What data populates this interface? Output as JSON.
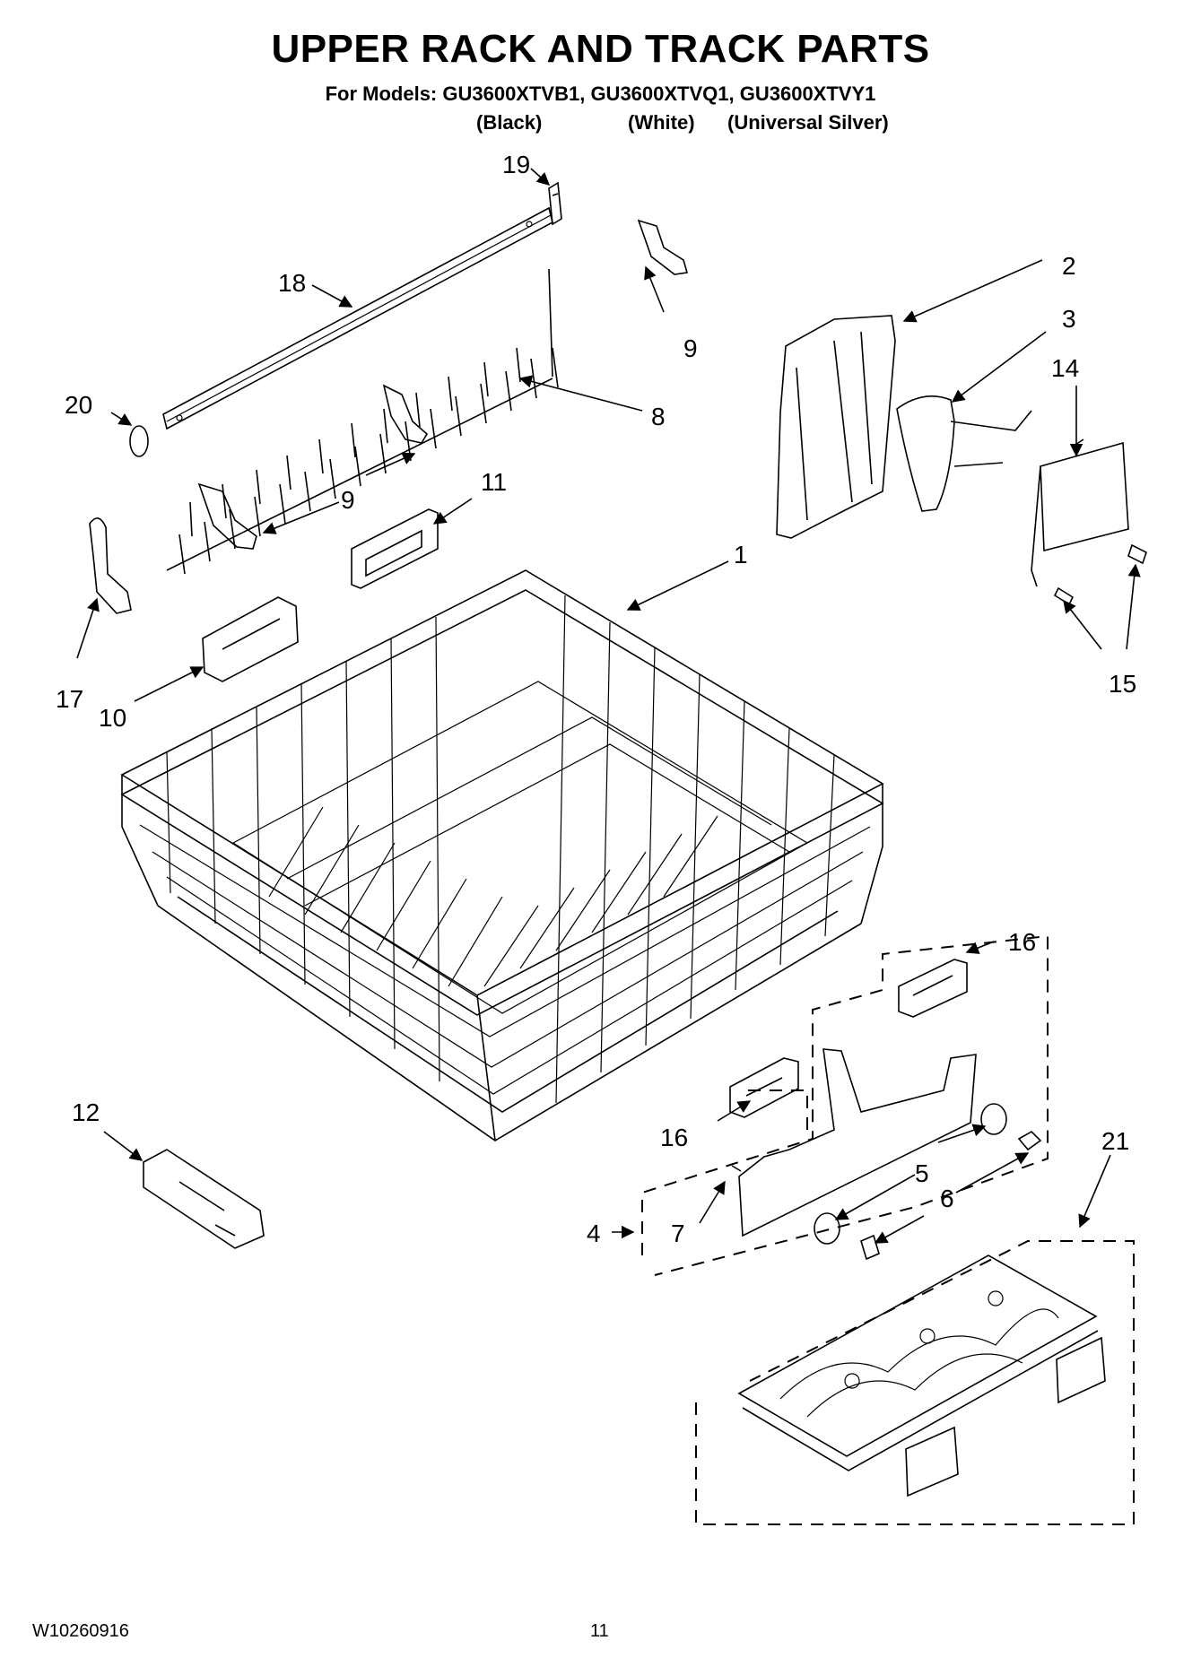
{
  "header": {
    "title": "UPPER RACK AND TRACK PARTS",
    "models": "For Models: GU3600XTVB1, GU3600XTVQ1, GU3600XTVY1",
    "variants": [
      "(Black)",
      "(White)",
      "(Universal Silver)"
    ]
  },
  "callouts": {
    "c1": "1",
    "c2": "2",
    "c3": "3",
    "c4": "4",
    "c5": "5",
    "c6": "6",
    "c7": "7",
    "c8": "8",
    "c9a": "9",
    "c9b": "9",
    "c10": "10",
    "c11": "11",
    "c12": "12",
    "c14": "14",
    "c15": "15",
    "c16a": "16",
    "c16b": "16",
    "c17": "17",
    "c18": "18",
    "c19": "19",
    "c20": "20",
    "c21": "21"
  },
  "footer": {
    "doc_number": "W10260916",
    "page_number": "11"
  }
}
